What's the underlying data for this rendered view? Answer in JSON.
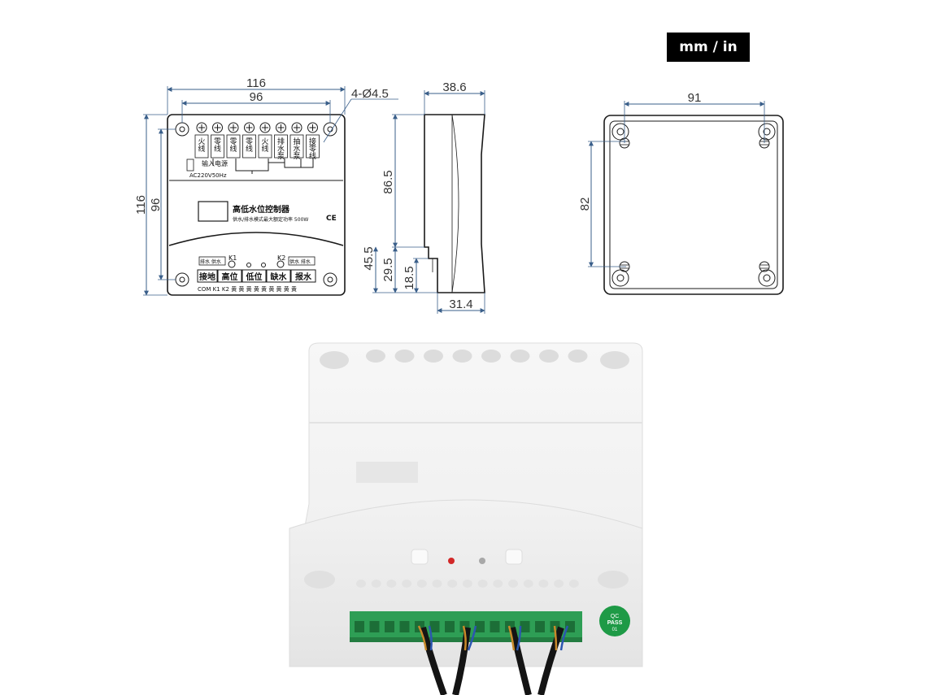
{
  "unit_badge": "mm / in",
  "front_view": {
    "dims": {
      "overall_width": "116",
      "hole_spacing_x": "96",
      "holes": "4-Ø4.5",
      "overall_height": "116",
      "hole_spacing_y": "96"
    },
    "top_terminals": [
      "火线",
      "零线",
      "零线",
      "零线",
      "火线",
      "排水泵",
      "抽水泵",
      "接零线"
    ],
    "input_label": "输入电源",
    "voltage_label": "AC220V50Hz",
    "title": "高低水位控制器",
    "subtitle": "供水/排水模式最大额定功率 500W",
    "ce_mark": "CE",
    "switch_labels": [
      "K1",
      "K2"
    ],
    "switch_left_text": "排水 供水",
    "switch_right_text": "供水 排水",
    "bottom_terminals": [
      "接地",
      "高位",
      "低位",
      "缺水",
      "报水"
    ],
    "bottom_pin_text": "COM K1 K2 黄 黄 黄 黄 黄 黄 黄 黄 黄"
  },
  "side_view": {
    "dims": {
      "depth_top": "38.6",
      "height_a": "86.5",
      "height_b": "45.5",
      "height_c": "29.5",
      "height_d": "18.5",
      "depth_bottom": "31.4"
    }
  },
  "back_view": {
    "dims": {
      "hole_spacing_x": "91",
      "hole_spacing_y": "82"
    }
  },
  "photo": {
    "qc_label_1": "QC",
    "qc_label_2": "PASS",
    "qc_label_3": "01"
  },
  "colors": {
    "line": "#1a1a1a",
    "dimension": "#3a5f8a",
    "terminal_green": "#2e9e55",
    "qc_green": "#1e9a46"
  }
}
